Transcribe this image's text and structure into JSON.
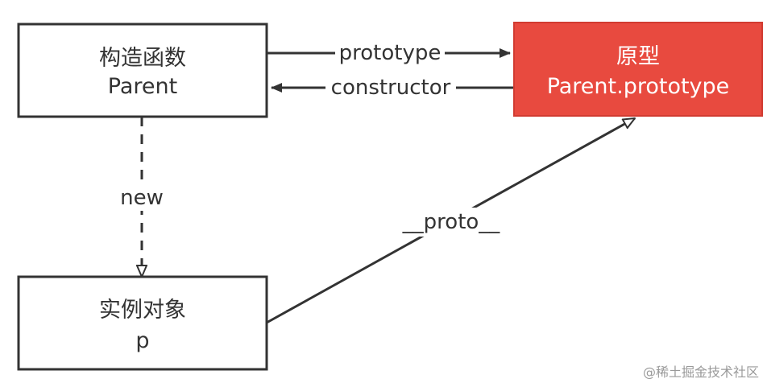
{
  "nodes": {
    "constructor": {
      "line1": "构造函数",
      "line2": "Parent",
      "fill": "#ffffff",
      "stroke": "#333333"
    },
    "prototype": {
      "line1": "原型",
      "line2": "Parent.prototype",
      "fill": "#e84a3f",
      "stroke": "#d13b31",
      "text_color": "#ffffff"
    },
    "instance": {
      "line1": "实例对象",
      "line2": "p",
      "fill": "#ffffff",
      "stroke": "#333333"
    }
  },
  "edges": {
    "prototype": "prototype",
    "constructor": "constructor",
    "new": "new",
    "proto": "__proto__"
  },
  "watermark": "@稀土掘金技术社区"
}
